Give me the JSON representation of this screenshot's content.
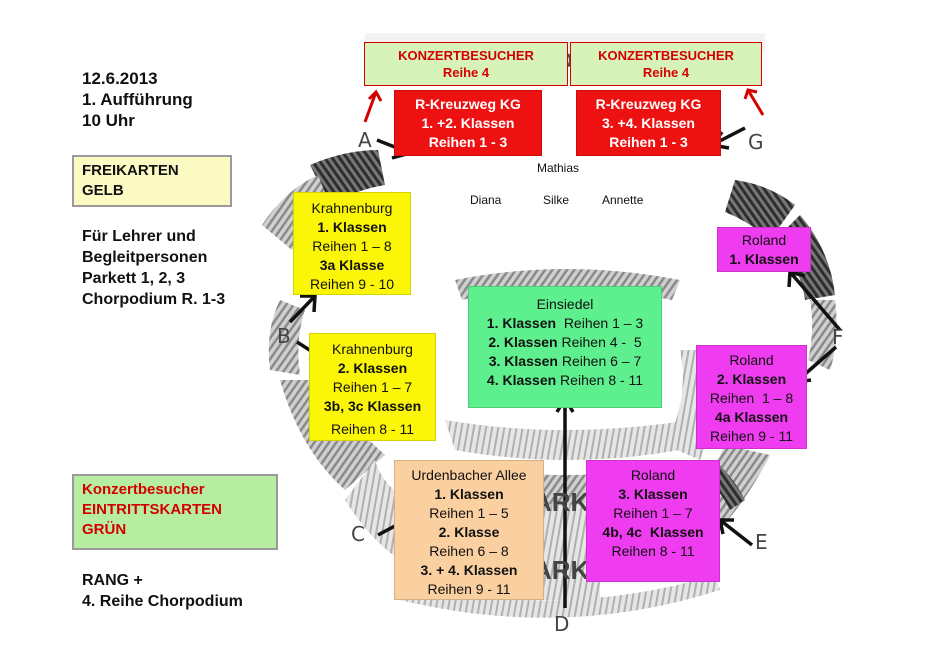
{
  "header": {
    "date": "12.6.2013",
    "performance": "1. Aufführung",
    "time": "10 Uhr"
  },
  "legend_freikarten": {
    "line1": "FREIKARTEN",
    "line2": "GELB",
    "color": "#fdfbc4"
  },
  "teachers_note": [
    "Für Lehrer und",
    "Begleitpersonen",
    "Parkett 1, 2, 3",
    "Chorpodium R. 1-3"
  ],
  "legend_konzert": {
    "line1": "Konzertbesucher",
    "line2": "EINTRITTSKARTEN",
    "line3": "GRÜN",
    "color": "#b6eda1"
  },
  "rang_note": [
    "RANG +",
    "4. Reihe Chorpodium"
  ],
  "konzert_boxes": [
    {
      "title": "KONZERTBESUCHER",
      "row": "Reihe 4"
    },
    {
      "title": "KONZERTBESUCHER",
      "row": "Reihe 4"
    }
  ],
  "red_boxes": [
    {
      "title": "R-Kreuzweg  KG",
      "classes": "1. +2. Klassen",
      "rows": "Reihen 1 - 3"
    },
    {
      "title": "R-Kreuzweg  KG",
      "classes": "3. +4. Klassen",
      "rows": "Reihen 1 - 3"
    }
  ],
  "names": {
    "mathias": "Mathias",
    "diana": "Diana",
    "silke": "Silke",
    "annette": "Annette"
  },
  "krahnenburg1": {
    "title": "Krahnenburg",
    "l1": "1. Klassen",
    "l2": "Reihen 1 – 8",
    "l3": "3a Klasse",
    "l4": "Reihen 9 - 10"
  },
  "krahnenburg2": {
    "title": "Krahnenburg",
    "l1": "2. Klassen",
    "l2": "Reihen 1 – 7",
    "l3": "3b, 3c Klassen",
    "l4": "Reihen 8 - 11"
  },
  "einsiedel": {
    "title": "Einsiedel",
    "rows": [
      {
        "cls": "1. Klassen",
        "r": "  Reihen 1 – 3"
      },
      {
        "cls": "2. Klassen",
        "r": " Reihen 4 -  5"
      },
      {
        "cls": "3. Klassen",
        "r": " Reihen 6 – 7"
      },
      {
        "cls": "4. Klassen",
        "r": " Reihen 8 - 11"
      }
    ]
  },
  "roland1": {
    "title": "Roland",
    "l1": "1. Klassen"
  },
  "roland2": {
    "title": "Roland",
    "l1": "2. Klassen",
    "l2": "Reihen  1 – 8",
    "l3": "4a Klassen",
    "l4": "Reihen 9 - 11"
  },
  "roland3": {
    "title": "Roland",
    "l1": "3. Klassen",
    "l2": "Reihen 1 – 7",
    "l3": "4b, 4c  Klassen",
    "l4": "Reihen 8 - 11"
  },
  "urdenbacher": {
    "title": "Urdenbacher Allee",
    "l1": "1. Klassen",
    "l2": "Reihen 1 – 5",
    "l3": "2. Klasse",
    "l4": "Reihen 6 – 8",
    "l5": "3. + 4. Klassen",
    "l6": "Reihen 9 - 11"
  },
  "letters": {
    "a": "A",
    "b": "B",
    "c": "C",
    "d": "D",
    "e": "E",
    "f": "F",
    "g": "G"
  },
  "bg_fragments": {
    "od": "OD",
    "ark1": "ARK",
    "ark2": "ARK"
  },
  "colors": {
    "yellow": "#fbf607",
    "red": "#ee1111",
    "pink": "#f03cf0",
    "green": "#5ef08e",
    "peach": "#fbd0a0"
  }
}
